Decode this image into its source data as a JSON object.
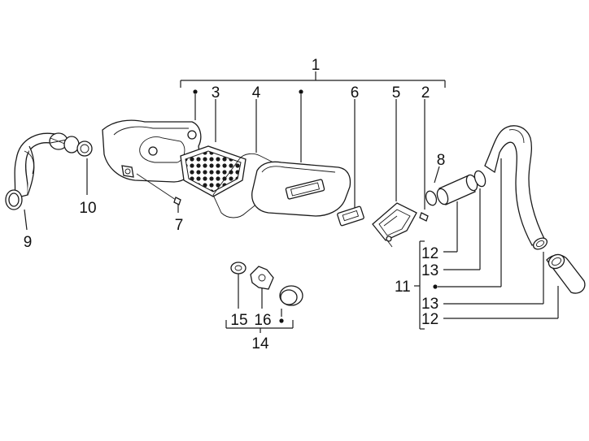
{
  "callouts": [
    {
      "id": "1",
      "text": "1"
    },
    {
      "id": "2",
      "text": "2"
    },
    {
      "id": "3",
      "text": "3"
    },
    {
      "id": "4",
      "text": "4"
    },
    {
      "id": "5",
      "text": "5"
    },
    {
      "id": "6",
      "text": "6"
    },
    {
      "id": "7",
      "text": "7"
    },
    {
      "id": "8",
      "text": "8"
    },
    {
      "id": "9",
      "text": "9"
    },
    {
      "id": "10",
      "text": "10"
    },
    {
      "id": "11",
      "text": "11"
    },
    {
      "id": "12a",
      "text": "12"
    },
    {
      "id": "13a",
      "text": "13"
    },
    {
      "id": "13b",
      "text": "13"
    },
    {
      "id": "12b",
      "text": "12"
    },
    {
      "id": "14",
      "text": "14"
    },
    {
      "id": "15",
      "text": "15"
    },
    {
      "id": "16",
      "text": "16"
    }
  ]
}
